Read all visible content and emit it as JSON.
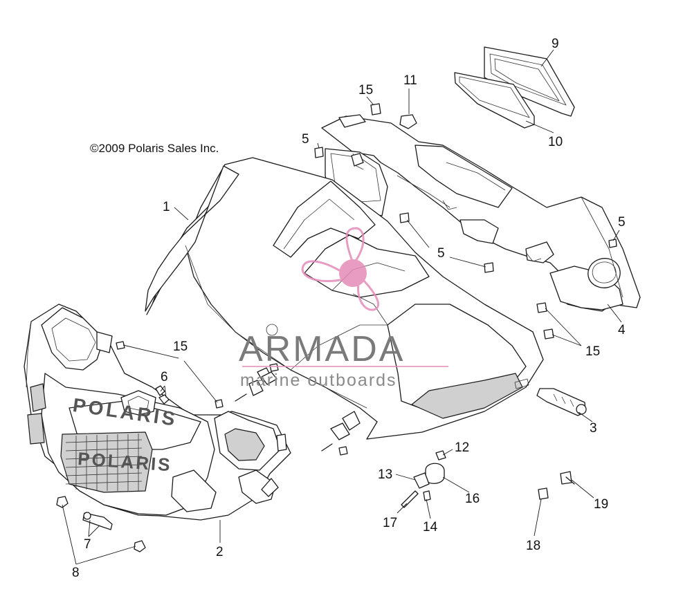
{
  "copyright": "©2009 Polaris Sales Inc.",
  "watermark": {
    "title": "ARMADA",
    "subtitle": "marine outboards",
    "accent_color": "#e48bb8"
  },
  "grille_brand": "POLARIS",
  "hood_brand": "POLARIS",
  "callouts": [
    {
      "id": "c1",
      "label": "1"
    },
    {
      "id": "c2",
      "label": "2"
    },
    {
      "id": "c3",
      "label": "3"
    },
    {
      "id": "c4",
      "label": "4"
    },
    {
      "id": "c5a",
      "label": "5"
    },
    {
      "id": "c5b",
      "label": "5"
    },
    {
      "id": "c5c",
      "label": "5"
    },
    {
      "id": "c6",
      "label": "6"
    },
    {
      "id": "c7",
      "label": "7"
    },
    {
      "id": "c8",
      "label": "8"
    },
    {
      "id": "c9",
      "label": "9"
    },
    {
      "id": "c10",
      "label": "10"
    },
    {
      "id": "c11",
      "label": "11"
    },
    {
      "id": "c12",
      "label": "12"
    },
    {
      "id": "c13",
      "label": "13"
    },
    {
      "id": "c14",
      "label": "14"
    },
    {
      "id": "c15a",
      "label": "15"
    },
    {
      "id": "c15b",
      "label": "15"
    },
    {
      "id": "c15c",
      "label": "15"
    },
    {
      "id": "c16",
      "label": "16"
    },
    {
      "id": "c17",
      "label": "17"
    },
    {
      "id": "c18",
      "label": "18"
    },
    {
      "id": "c19",
      "label": "19"
    }
  ]
}
